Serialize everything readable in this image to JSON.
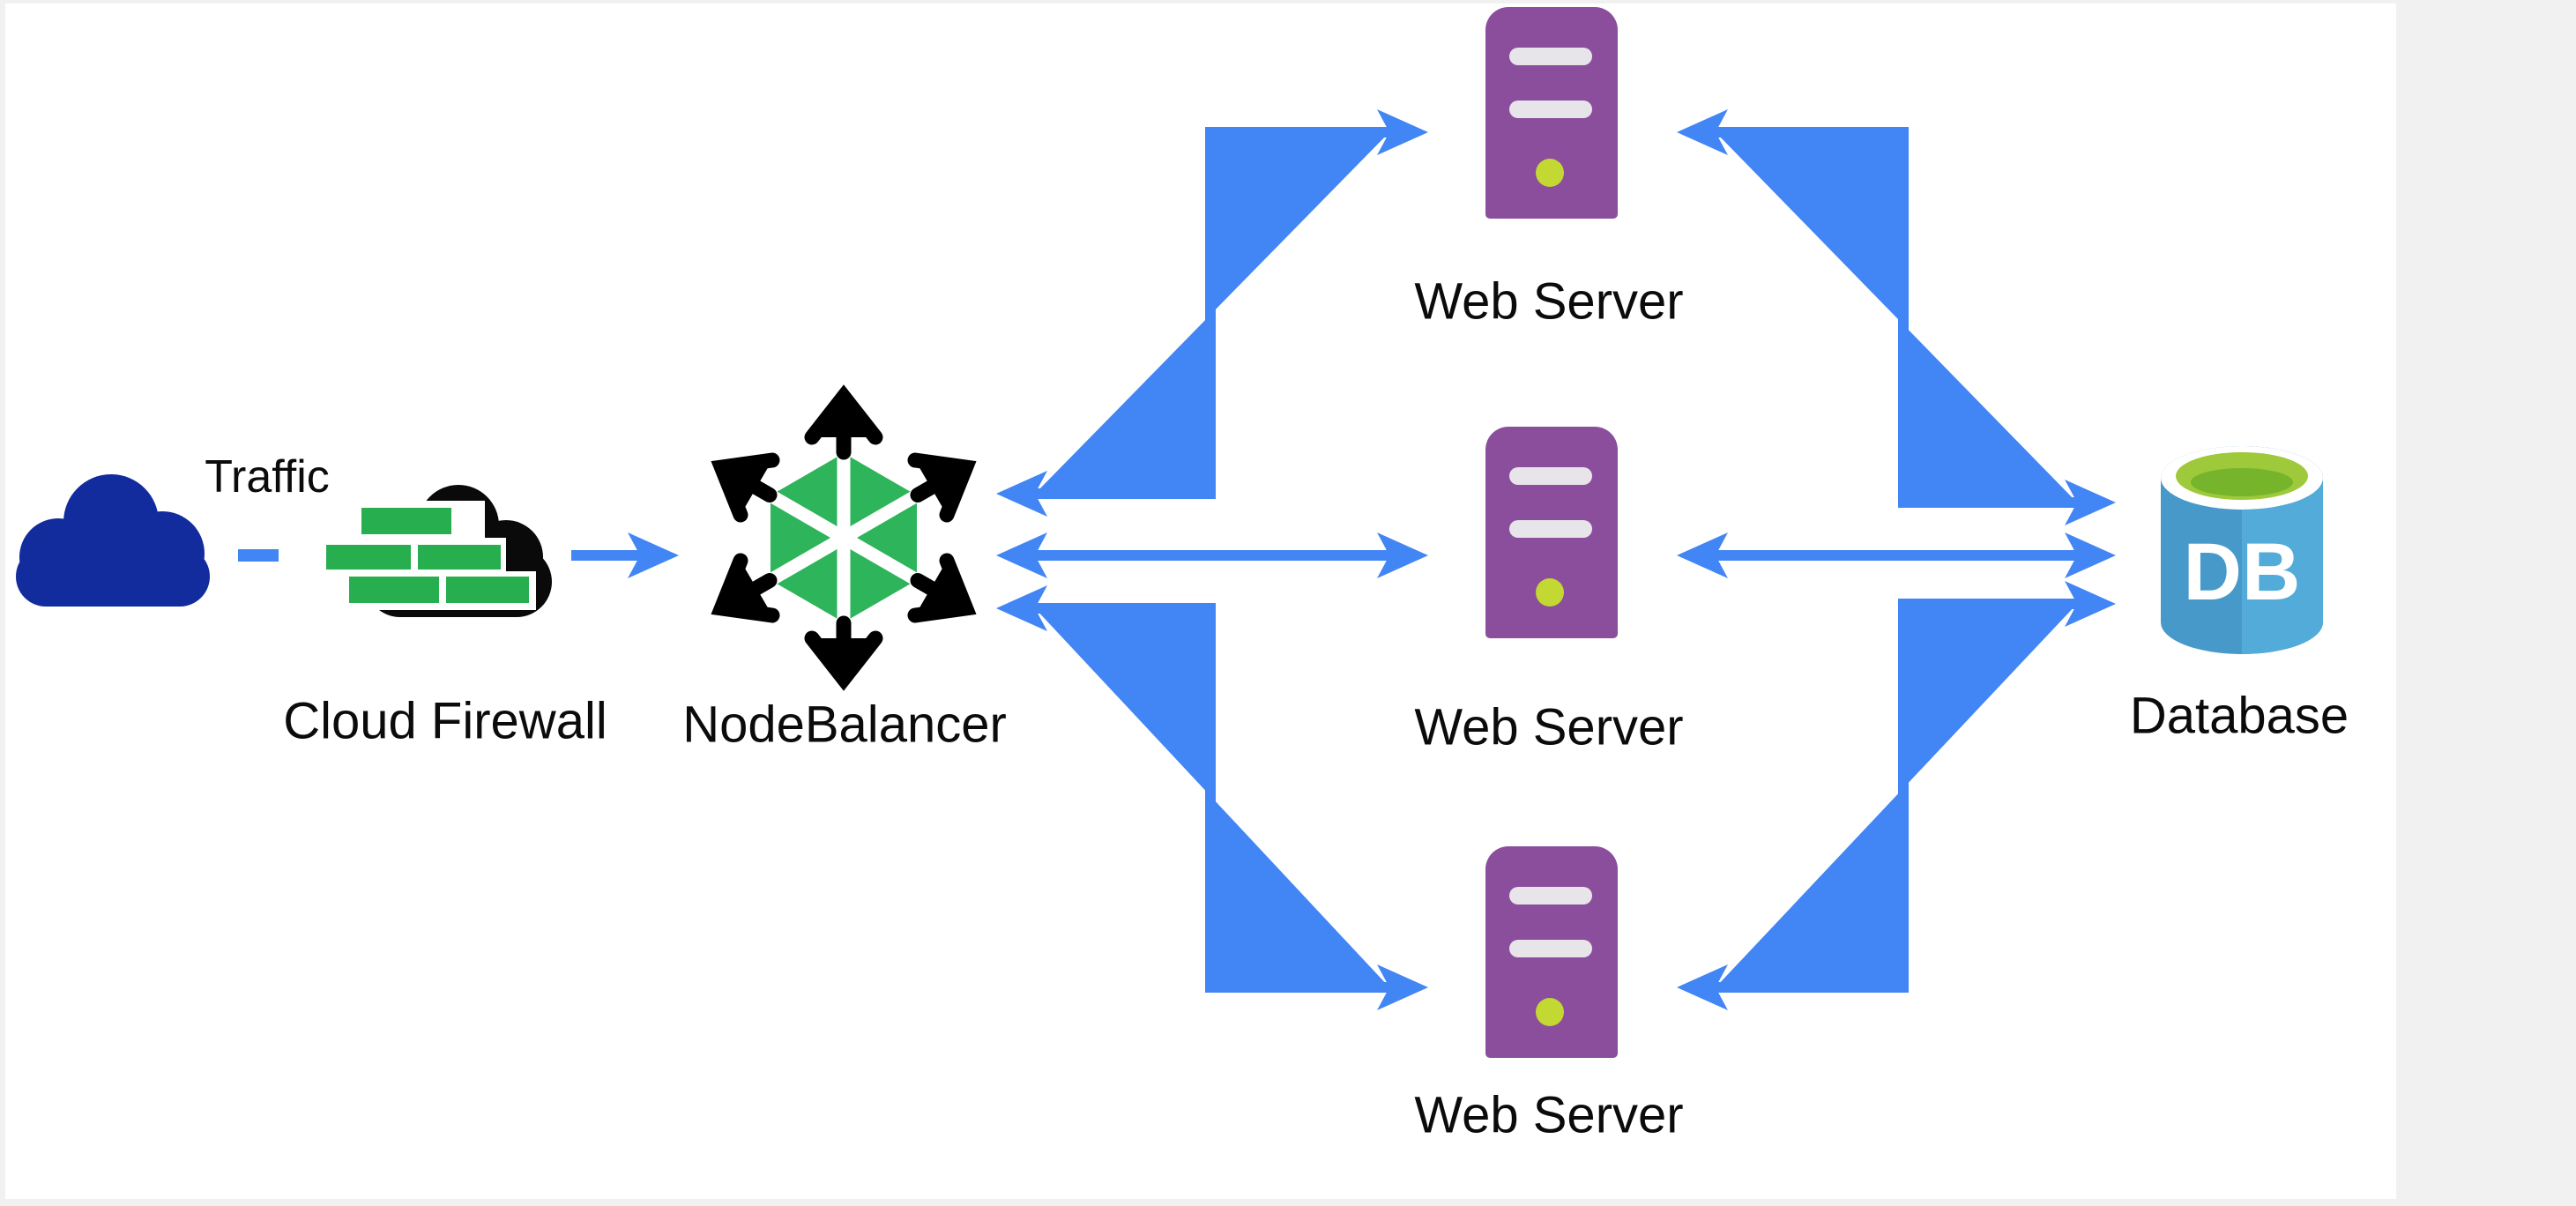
{
  "canvas": {
    "background_color": "#f1f1f2",
    "sheet_color": "#ffffff"
  },
  "colors": {
    "arrow": "#4285f4",
    "label_text": "#0b0b0b",
    "traffic_cloud": "#122b9d",
    "firewall_cloud": "#0a0a0a",
    "firewall_brick": "#27ae4f",
    "nodebalancer_green": "#2eb45b",
    "nodebalancer_arrows": "#000000",
    "server_body": "#8b4e9d",
    "server_slot": "#e7e5e9",
    "server_led": "#c3d832",
    "db_body_left": "#4799c9",
    "db_body_right": "#52abd8",
    "db_top_outer": "#9dc93b",
    "db_top_inner": "#76b52b",
    "db_rim": "#ffffff",
    "db_text_color": "#ffffff"
  },
  "nodes": {
    "traffic": {
      "label": "Traffic",
      "icon": "cloud-icon"
    },
    "firewall": {
      "label": "Cloud Firewall",
      "icon": "firewall-cloud-icon"
    },
    "nodebalancer": {
      "label": "NodeBalancer",
      "icon": "nodebalancer-icon"
    },
    "web_server_top": {
      "label": "Web Server",
      "icon": "server-icon"
    },
    "web_server_middle": {
      "label": "Web Server",
      "icon": "server-icon"
    },
    "web_server_bottom": {
      "label": "Web Server",
      "icon": "server-icon"
    },
    "database": {
      "label": "Database",
      "badge": "DB",
      "icon": "database-cylinder-icon"
    }
  },
  "edges": [
    {
      "from": "traffic",
      "to": "firewall",
      "style": "dashed",
      "arrows": "none"
    },
    {
      "from": "firewall",
      "to": "nodebalancer",
      "style": "solid",
      "arrows": "forward"
    },
    {
      "from": "nodebalancer",
      "to": "web_server_top",
      "style": "solid",
      "arrows": "both"
    },
    {
      "from": "nodebalancer",
      "to": "web_server_middle",
      "style": "solid",
      "arrows": "both"
    },
    {
      "from": "nodebalancer",
      "to": "web_server_bottom",
      "style": "solid",
      "arrows": "both"
    },
    {
      "from": "web_server_top",
      "to": "database",
      "style": "solid",
      "arrows": "both"
    },
    {
      "from": "web_server_middle",
      "to": "database",
      "style": "solid",
      "arrows": "both"
    },
    {
      "from": "web_server_bottom",
      "to": "database",
      "style": "solid",
      "arrows": "both"
    }
  ]
}
